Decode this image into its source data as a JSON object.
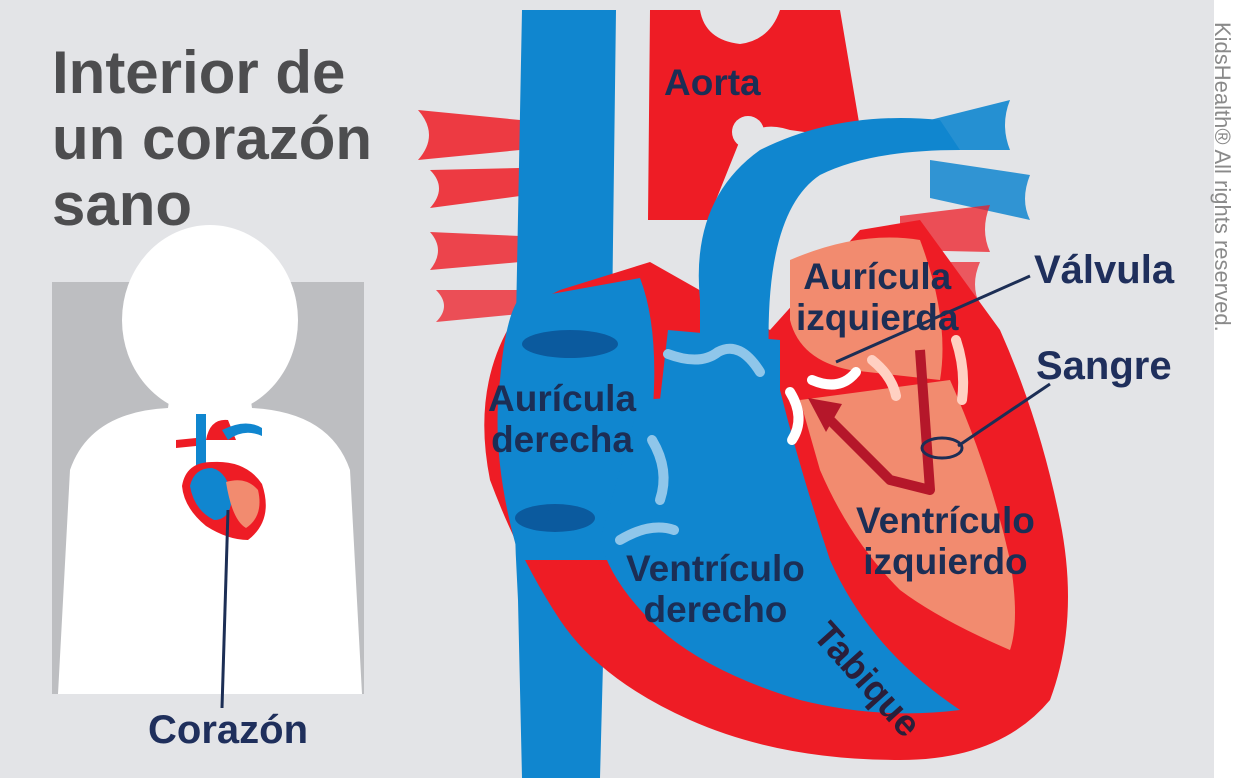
{
  "title_lines": [
    "Interior de",
    "un corazón",
    "sano"
  ],
  "labels": {
    "aorta": "Aorta",
    "auricula_izquierda": [
      "Aurícula",
      "izquierda"
    ],
    "auricula_derecha": [
      "Aurícula",
      "derecha"
    ],
    "ventriculo_derecho": [
      "Ventrículo",
      "derecho"
    ],
    "ventriculo_izquierdo": [
      "Ventrículo",
      "izquierdo"
    ],
    "tabique": "Tabique"
  },
  "callouts": {
    "valvula": "Válvula",
    "sangre": "Sangre",
    "corazon": "Corazón"
  },
  "watermark": "KidsHealth® All rights reserved.",
  "colors": {
    "background": "#e3e4e7",
    "red": "#ee1c25",
    "dark_red": "#b5172a",
    "blue": "#1086cf",
    "dark_blue": "#0b5a9e",
    "light_blue": "#8fc6ea",
    "salmon": "#f28b6f",
    "navy_text": "#1c2e55",
    "title_gray": "#4d4d4f"
  }
}
